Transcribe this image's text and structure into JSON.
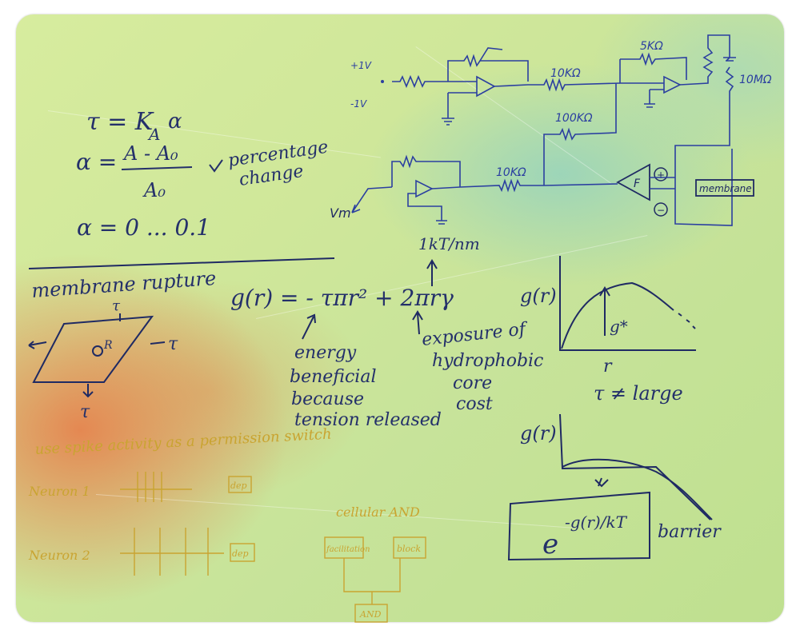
{
  "equations": {
    "tau_def": "τ = K",
    "tau_sub": "A",
    "tau_alpha": "α",
    "alpha_lhs": "α =",
    "alpha_num": "A - A₀",
    "alpha_den": "A₀",
    "alpha_note_line1": "percentage",
    "alpha_note_line2": "change",
    "alpha_range": "α = 0 ... 0.1"
  },
  "rupture": {
    "title": "membrane rupture",
    "tau_top": "τ",
    "tau_right": "τ",
    "tau_bottom": "τ",
    "radius_label": "R"
  },
  "energy": {
    "formula": "g(r) = - τπr² + 2πrγ",
    "kt_label": "1kT/nm",
    "energy_notes": [
      "energy",
      "beneficial",
      "because",
      "tension released"
    ],
    "exposure_notes": [
      "exposure of",
      "hydrophobic",
      "core",
      "cost"
    ]
  },
  "plots": {
    "top_ylabel": "g(r)",
    "top_xlabel": "r",
    "top_mark": "g*",
    "top_caption": "τ ≠ large",
    "bottom_ylabel": "g(r)",
    "bottom_formula_base": "e",
    "bottom_formula_exp": "-g(r)/kT",
    "bottom_label": "barrier"
  },
  "circuit": {
    "plus_v": "+1V",
    "minus_v": "-1V",
    "r_10k_top": "10KΩ",
    "r_5k": "5KΩ",
    "r_10m": "10MΩ",
    "r_100k": "100KΩ",
    "r_10k_mid": "10KΩ",
    "f_label": "F",
    "plus_sign": "+",
    "minus_sign": "−",
    "membrane_label": "membrane",
    "vm_label": "Vm"
  },
  "yellow_notes": {
    "title": "use spike activity as a permission switch",
    "neuron1": "Neuron 1",
    "neuron2": "Neuron 2",
    "box1": "dep",
    "box2": "dep",
    "cellular_label": "cellular AND",
    "box_left": "facilitation",
    "box_right": "block",
    "box_bottom": "AND"
  },
  "colors": {
    "ink_black": "#1b1f33",
    "ink_blue": "#2b3fa0",
    "ink_yellow": "#c9a431"
  }
}
